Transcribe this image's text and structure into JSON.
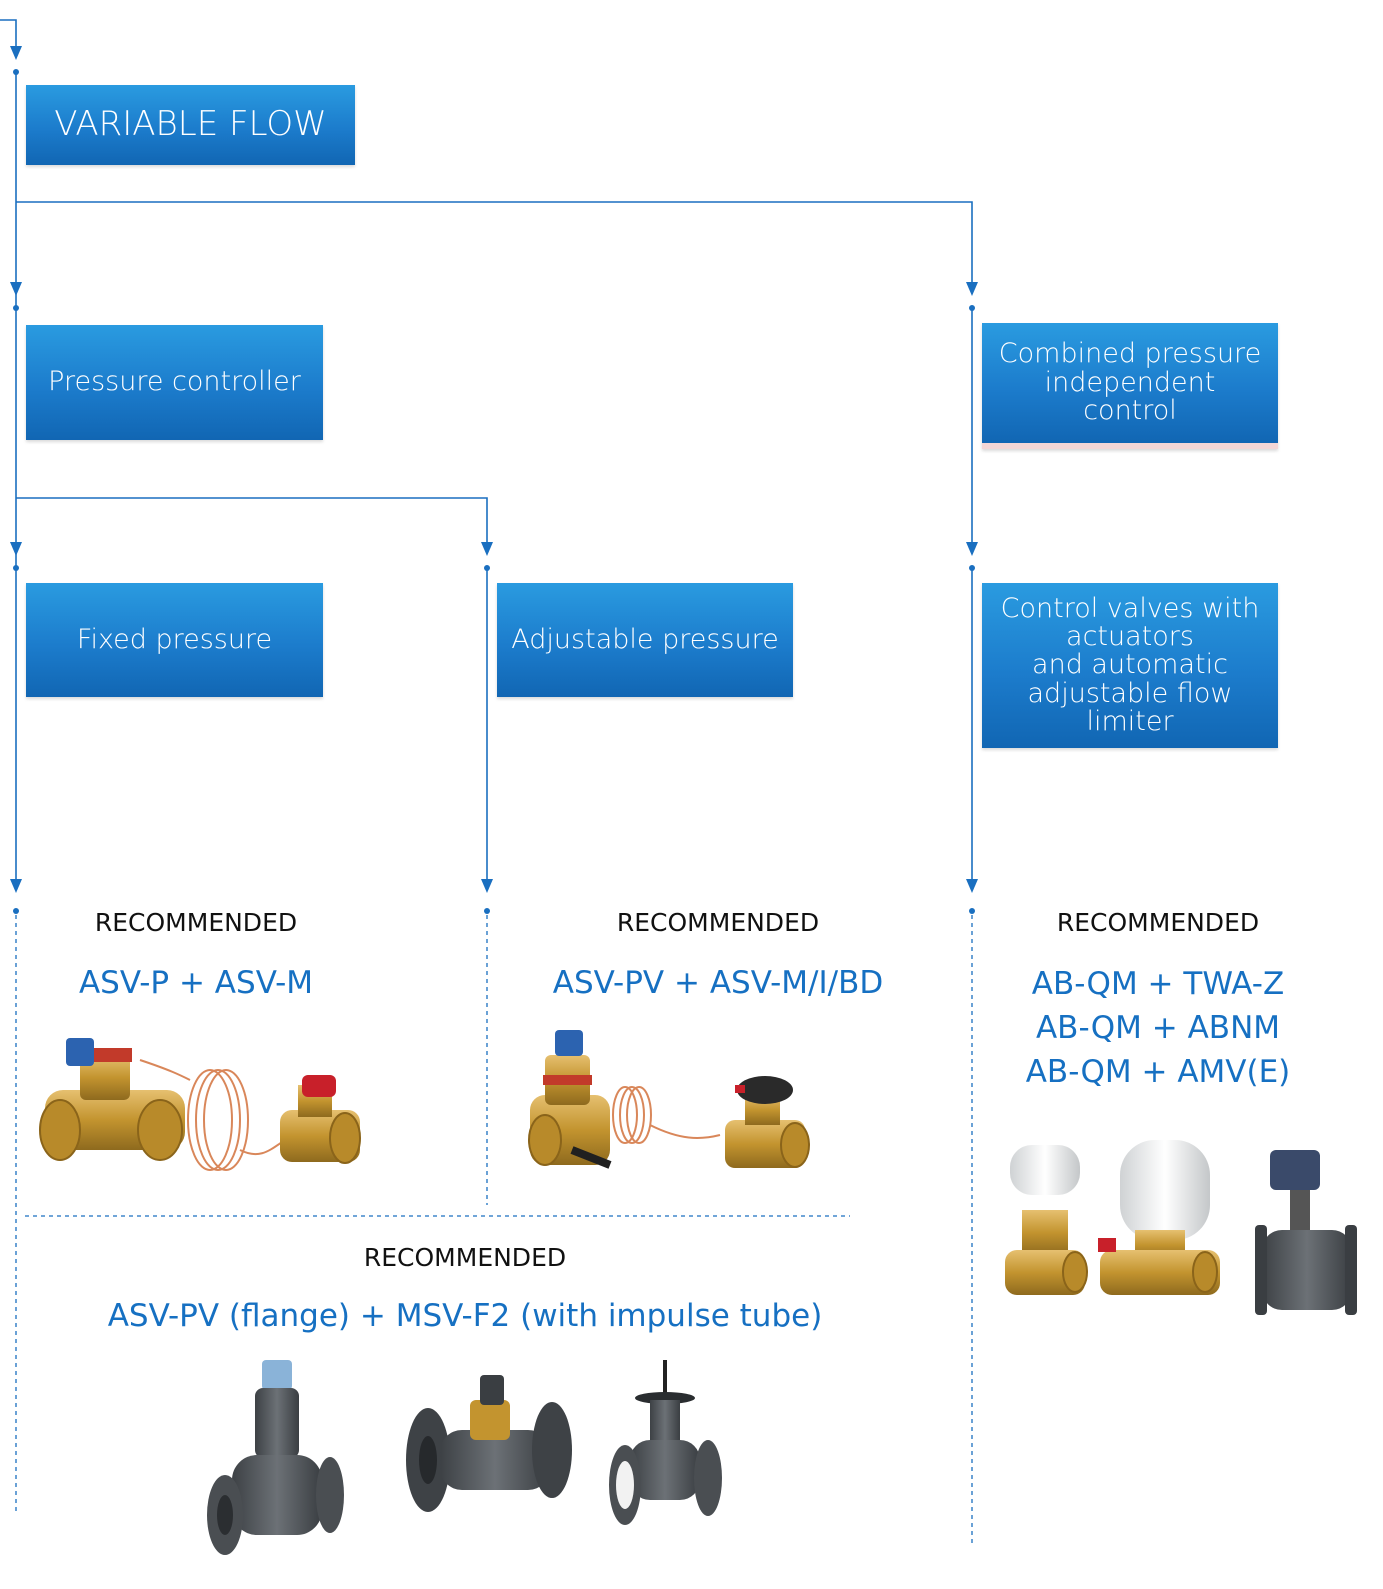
{
  "boxes": {
    "variable_flow": "VARIABLE FLOW",
    "pressure_controller": "Pressure controller",
    "combined": [
      "Combined pressure",
      "independent",
      "control"
    ],
    "fixed_pressure": "Fixed pressure",
    "adjustable_pressure": "Adjustable pressure",
    "control_valves": [
      "Control valves with",
      "actuators",
      "and automatic",
      "adjustable flow limiter"
    ]
  },
  "recommendations": {
    "fixed": {
      "label": "RECOMMENDED",
      "products": [
        "ASV-P + ASV-M"
      ]
    },
    "adjustable": {
      "label": "RECOMMENDED",
      "products": [
        "ASV-PV + ASV-M/I/BD"
      ]
    },
    "combined": {
      "label": "RECOMMENDED",
      "products": [
        "AB-QM + TWA-Z",
        "AB-QM + ABNM",
        "AB-QM + AMV(E)"
      ]
    },
    "flange": {
      "label": "RECOMMENDED",
      "products": [
        "ASV-PV (flange) + MSV-F2 (with impulse tube)"
      ]
    }
  },
  "colors": {
    "line": "#1a6fc0",
    "box": "#1c7ccc",
    "product_text": "#1670c2",
    "brass": "#c89a3a",
    "copper": "#d9875a",
    "gray_body": "#5a5e62"
  }
}
